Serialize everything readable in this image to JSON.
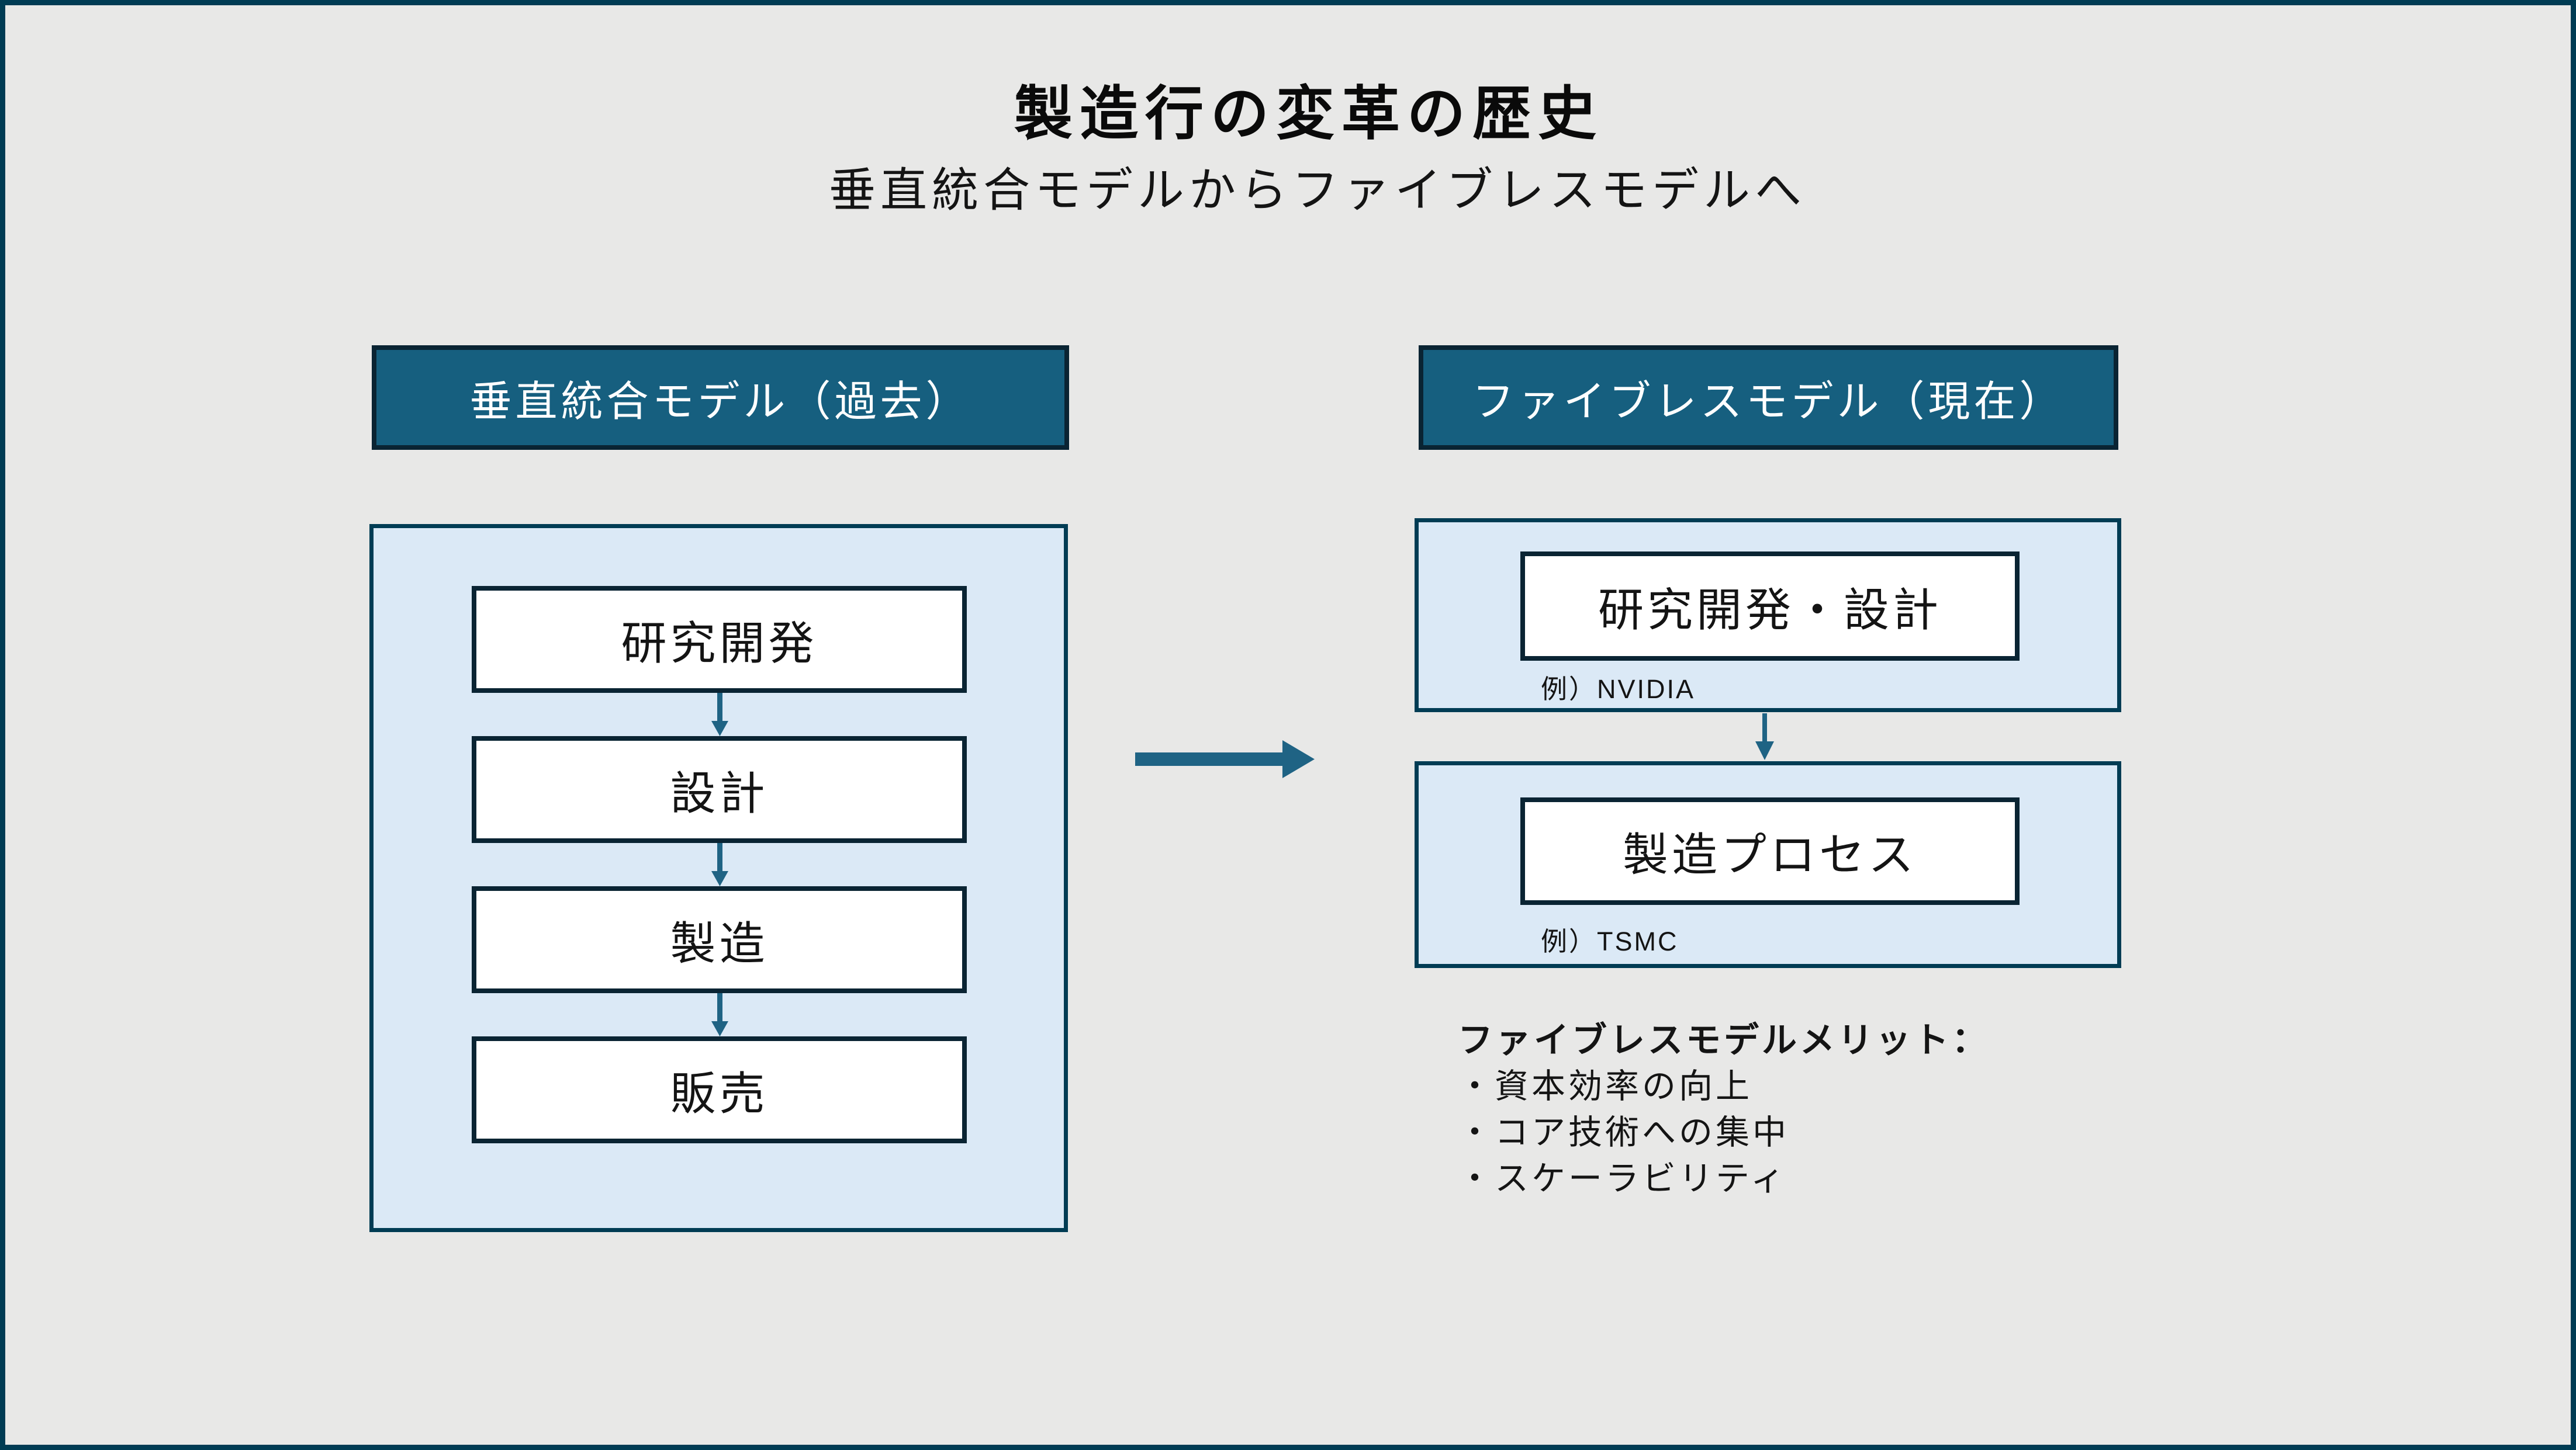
{
  "page": {
    "title": "製造行の変革の歴史",
    "subtitle": "垂直統合モデルからファイブレスモデルへ"
  },
  "left_model": {
    "header": "垂直統合モデル（過去）",
    "steps": [
      "研究開発",
      "設計",
      "製造",
      "販売"
    ]
  },
  "right_model": {
    "header": "ファイブレスモデル（現在）",
    "blocks": [
      {
        "label": "研究開発・設計",
        "example": "例）NVIDIA"
      },
      {
        "label": "製造プロセス",
        "example": "例）TSMC"
      }
    ],
    "merits": {
      "heading": "ファイブレスモデルメリット：",
      "items": [
        "・資本効率の向上",
        "・コア技術への集中",
        "・スケーラビリティ"
      ]
    }
  },
  "colors": {
    "background": "#E8E8E7",
    "frame_border": "#003C54",
    "header_fill": "#165F7F",
    "header_border": "#0A2433",
    "container_fill": "#DBE9F6",
    "container_border": "#003C54",
    "step_box_fill": "#FFFFFF",
    "step_box_border": "#0A2433",
    "arrow": "#1F6384",
    "header_text": "#FFFFFF",
    "body_text": "#141414"
  }
}
